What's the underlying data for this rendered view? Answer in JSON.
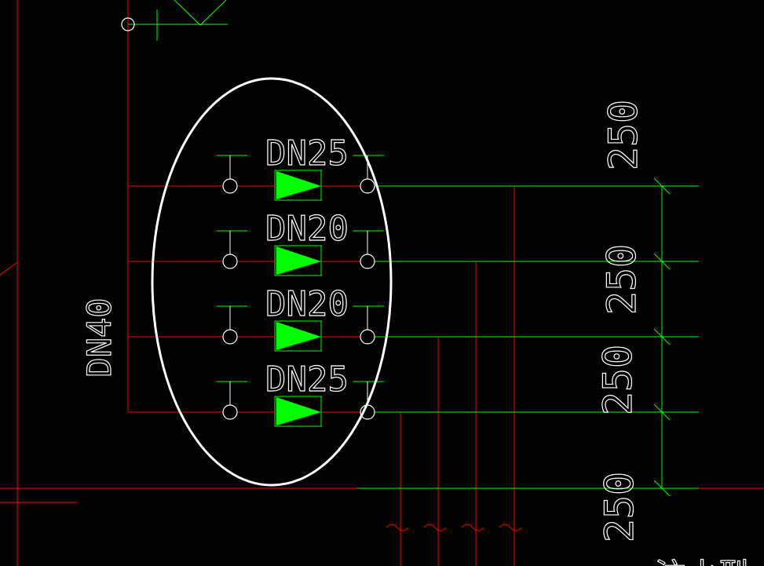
{
  "labels": {
    "main_pipe": "DN40",
    "branches": [
      "DN25",
      "DN20",
      "DN20",
      "DN25"
    ],
    "dimensions": [
      "250",
      "250",
      "250",
      "250"
    ],
    "bottom_partial": "注水型"
  },
  "colors": {
    "background": "#000000",
    "pipe_red": "#ff0000",
    "dimension_green": "#00ff00",
    "valve_fill": "#00ff00",
    "highlight_ellipse": "#ffffff",
    "text": "#ffffff"
  },
  "icons": {
    "valve": "check-valve-triangle",
    "fitting": "pipe-fitting-circle"
  }
}
